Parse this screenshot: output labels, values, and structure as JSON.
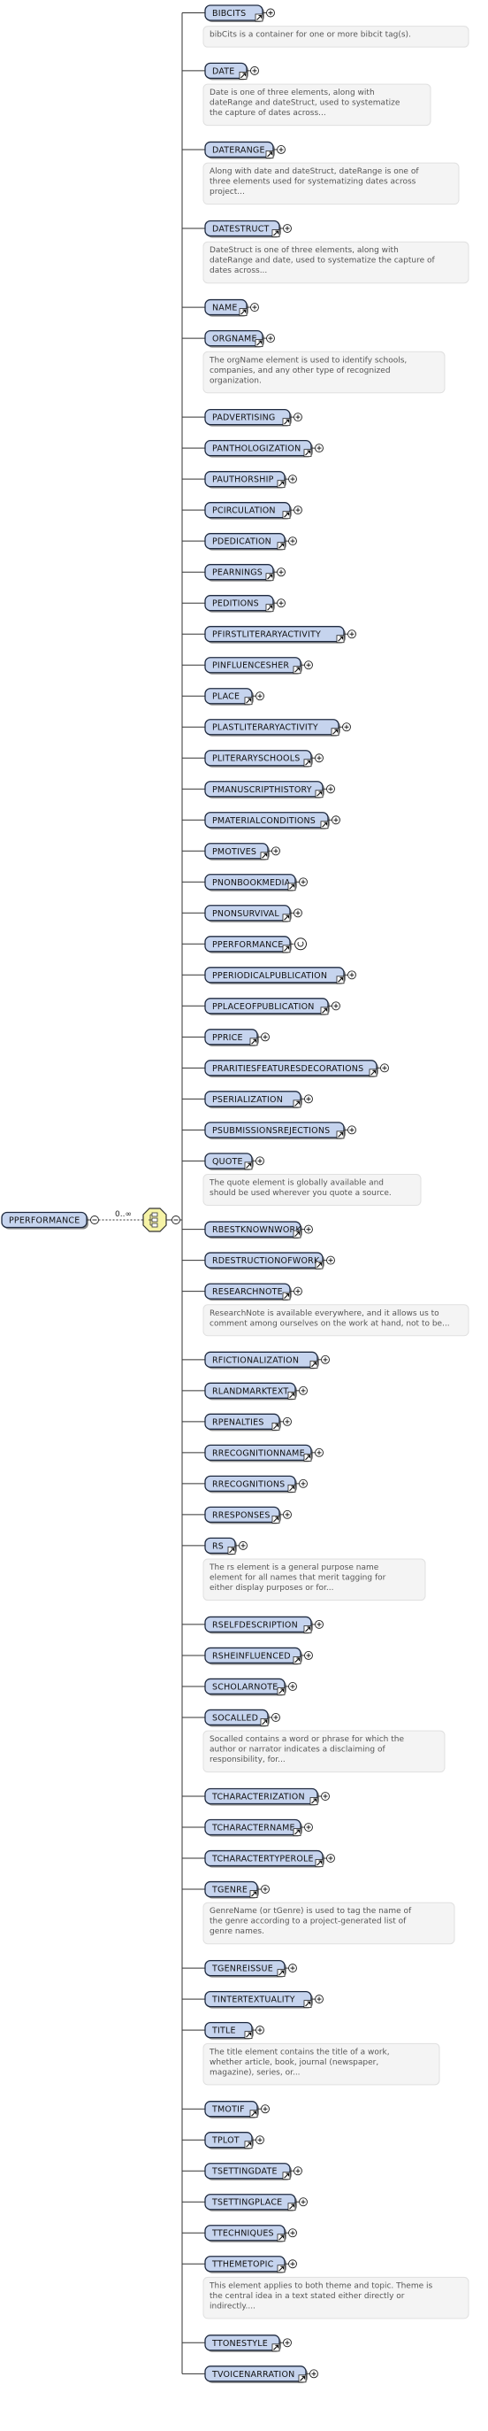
{
  "root": {
    "name": "PPERFORMANCE",
    "cardinality": "0..∞"
  },
  "children": [
    {
      "name": "BIBCITS",
      "doc": [
        "bibCits is a container for one or more bibcit tag(s)."
      ]
    },
    {
      "name": "DATE",
      "doc": [
        "Date is one of three elements, along with",
        "dateRange and dateStruct, used to systematize",
        "the capture of dates across..."
      ]
    },
    {
      "name": "DATERANGE",
      "doc": [
        "Along with date and dateStruct, dateRange is one of",
        "three elements used for systematizing dates across",
        "project..."
      ]
    },
    {
      "name": "DATESTRUCT",
      "doc": [
        "DateStruct is one of three elements, along with",
        "dateRange and date, used to systematize the capture of",
        "dates across..."
      ]
    },
    {
      "name": "NAME"
    },
    {
      "name": "ORGNAME",
      "doc": [
        "The orgName element is used to identify schools,",
        "companies, and any other type of recognized",
        "organization."
      ]
    },
    {
      "name": "PADVERTISING"
    },
    {
      "name": "PANTHOLOGIZATION"
    },
    {
      "name": "PAUTHORSHIP"
    },
    {
      "name": "PCIRCULATION"
    },
    {
      "name": "PDEDICATION"
    },
    {
      "name": "PEARNINGS"
    },
    {
      "name": "PEDITIONS"
    },
    {
      "name": "PFIRSTLITERARYACTIVITY"
    },
    {
      "name": "PINFLUENCESHER"
    },
    {
      "name": "PLACE"
    },
    {
      "name": "PLASTLITERARYACTIVITY"
    },
    {
      "name": "PLITERARYSCHOOLS"
    },
    {
      "name": "PMANUSCRIPTHISTORY"
    },
    {
      "name": "PMATERIALCONDITIONS"
    },
    {
      "name": "PMOTIVES"
    },
    {
      "name": "PNONBOOKMEDIA"
    },
    {
      "name": "PNONSURVIVAL"
    },
    {
      "name": "PPERFORMANCE",
      "recursive": true
    },
    {
      "name": "PPERIODICALPUBLICATION"
    },
    {
      "name": "PPLACEOFPUBLICATION"
    },
    {
      "name": "PPRICE"
    },
    {
      "name": "PRARITIESFEATURESDECORATIONS"
    },
    {
      "name": "PSERIALIZATION"
    },
    {
      "name": "PSUBMISSIONSREJECTIONS"
    },
    {
      "name": "QUOTE",
      "doc": [
        "The quote element is globally available and",
        "should be used wherever you quote a source."
      ]
    },
    {
      "name": "RBESTKNOWNWORK"
    },
    {
      "name": "RDESTRUCTIONOFWORK"
    },
    {
      "name": "RESEARCHNOTE",
      "doc": [
        "ResearchNote is available everywhere, and it allows us to",
        "comment among ourselves on the work at hand, not to be..."
      ]
    },
    {
      "name": "RFICTIONALIZATION"
    },
    {
      "name": "RLANDMARKTEXT"
    },
    {
      "name": "RPENALTIES"
    },
    {
      "name": "RRECOGNITIONNAME"
    },
    {
      "name": "RRECOGNITIONS"
    },
    {
      "name": "RRESPONSES"
    },
    {
      "name": "RS",
      "doc": [
        "The rs element is a general purpose name",
        "element for all names that merit tagging for",
        "either display purposes or for..."
      ]
    },
    {
      "name": "RSELFDESCRIPTION"
    },
    {
      "name": "RSHEINFLUENCED"
    },
    {
      "name": "SCHOLARNOTE"
    },
    {
      "name": "SOCALLED",
      "doc": [
        "Socalled contains a word or phrase for which the",
        "author or narrator indicates a disclaiming of",
        "responsibility, for..."
      ]
    },
    {
      "name": "TCHARACTERIZATION"
    },
    {
      "name": "TCHARACTERNAME"
    },
    {
      "name": "TCHARACTERTYPEROLE"
    },
    {
      "name": "TGENRE",
      "doc": [
        "GenreName (or tGenre) is used to tag the name of",
        "the genre according to a project-generated list of",
        "genre names."
      ]
    },
    {
      "name": "TGENREISSUE"
    },
    {
      "name": "TINTERTEXTUALITY"
    },
    {
      "name": "TITLE",
      "doc": [
        "The title element contains the title of a work,",
        "whether article, book, journal (newspaper,",
        "magazine), series, or..."
      ]
    },
    {
      "name": "TMOTIF"
    },
    {
      "name": "TPLOT"
    },
    {
      "name": "TSETTINGDATE"
    },
    {
      "name": "TSETTINGPLACE"
    },
    {
      "name": "TTECHNIQUES"
    },
    {
      "name": "TTHEMETOPIC",
      "doc": [
        "This element applies to both theme and topic. Theme is",
        "the central idea in a text stated either directly or",
        "indirectly...."
      ]
    },
    {
      "name": "TTONESTYLE"
    },
    {
      "name": "TVOICENARRATION"
    }
  ]
}
